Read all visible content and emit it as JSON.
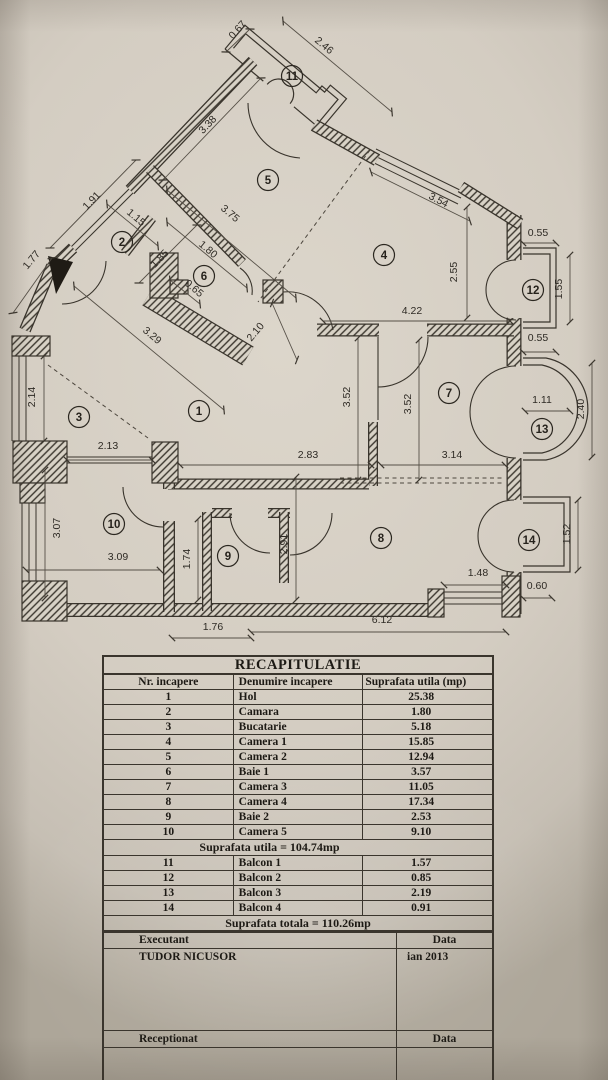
{
  "plan": {
    "dimension_labels": [
      "0.67",
      "2.46",
      "3.38",
      "1.91",
      "1.15",
      "3.75",
      "1.77",
      "1.85",
      "1.80",
      "0.65",
      "3.29",
      "2.10",
      "3.54",
      "2.55",
      "4.22",
      "0.55",
      "1.55",
      "0.55",
      "3.52",
      "3.52",
      "1.11",
      "2.40",
      "2.14",
      "2.13",
      "2.83",
      "3.14",
      "3.07",
      "3.09",
      "1.74",
      "2.91",
      "1.76",
      "6.12",
      "1.48",
      "0.60",
      "1.52"
    ],
    "room_numbers": [
      "1",
      "2",
      "3",
      "4",
      "5",
      "6",
      "7",
      "8",
      "9",
      "10",
      "11",
      "12",
      "13",
      "14"
    ]
  },
  "table": {
    "title": "RECAPITULATIE",
    "headers": [
      "Nr. incapere",
      "Denumire incapere",
      "Suprafata utila (mp)"
    ],
    "rows": [
      [
        "1",
        "Hol",
        "25.38"
      ],
      [
        "2",
        "Camara",
        "1.80"
      ],
      [
        "3",
        "Bucatarie",
        "5.18"
      ],
      [
        "4",
        "Camera 1",
        "15.85"
      ],
      [
        "5",
        "Camera 2",
        "12.94"
      ],
      [
        "6",
        "Baie 1",
        "3.57"
      ],
      [
        "7",
        "Camera 3",
        "11.05"
      ],
      [
        "8",
        "Camera 4",
        "17.34"
      ],
      [
        "9",
        "Baie 2",
        "2.53"
      ],
      [
        "10",
        "Camera 5",
        "9.10"
      ]
    ],
    "subtotal": "Suprafata utila = 104.74mp",
    "balcony_rows": [
      [
        "11",
        "Balcon 1",
        "1.57"
      ],
      [
        "12",
        "Balcon 2",
        "0.85"
      ],
      [
        "13",
        "Balcon 3",
        "2.19"
      ],
      [
        "14",
        "Balcon 4",
        "0.91"
      ]
    ],
    "total": "Suprafata totala = 110.26mp",
    "footer": {
      "executant_label": "Executant",
      "data_label": "Data",
      "executant_name": "TUDOR NICUSOR",
      "date_value": "ian 2013",
      "receptionat_label": "Receptionat",
      "data_label_2": "Data"
    }
  }
}
